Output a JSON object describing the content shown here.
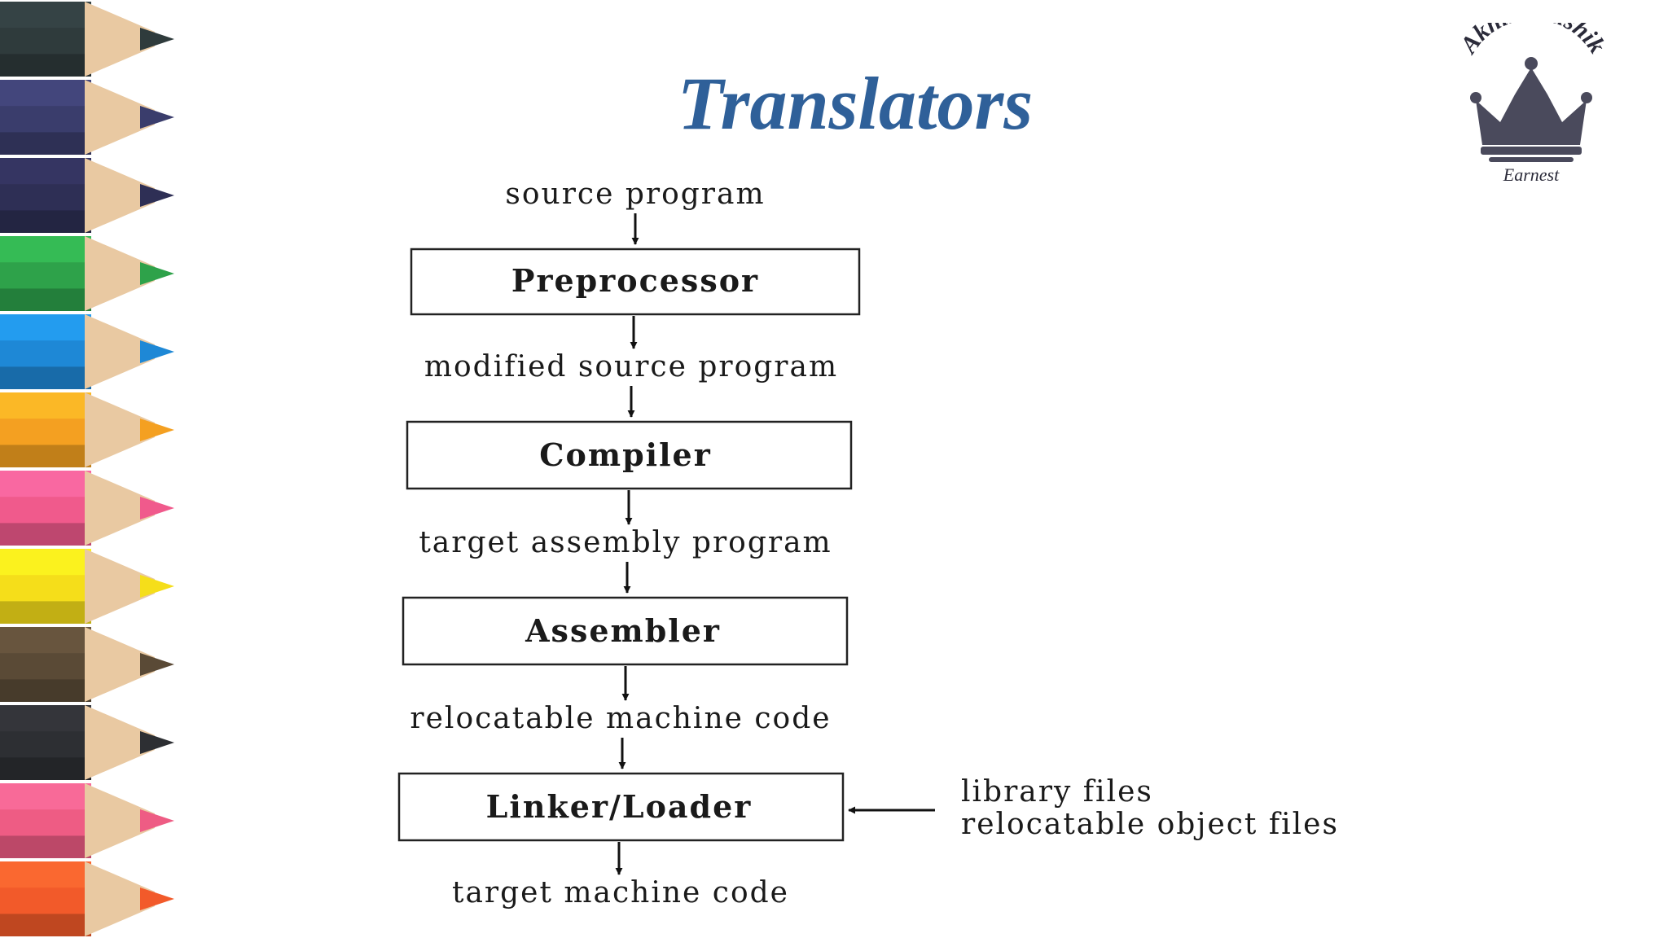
{
  "slide": {
    "title": "Translators",
    "logo": {
      "name": "Akhil Kaushik",
      "tagline": "Earnest"
    }
  },
  "diagram": {
    "stages": [
      {
        "input_label": "source program",
        "box_label": "Preprocessor"
      },
      {
        "input_label": "modified source program",
        "box_label": "Compiler"
      },
      {
        "input_label": "target assembly program",
        "box_label": "Assembler"
      },
      {
        "input_label": "relocatable machine code",
        "box_label": "Linker/Loader"
      }
    ],
    "output_label": "target machine code",
    "side_inputs": [
      "library files",
      "relocatable object files"
    ]
  },
  "colors": {
    "title": "#2f6099",
    "pencils": [
      "#2f3b3c",
      "#3a3d6c",
      "#2e2f55",
      "#2ea24a",
      "#1e88d6",
      "#f4a021",
      "#f05a8c",
      "#f5de1a",
      "#5a4a36",
      "#2d2f33",
      "#ee5c84",
      "#f25a2a"
    ]
  }
}
